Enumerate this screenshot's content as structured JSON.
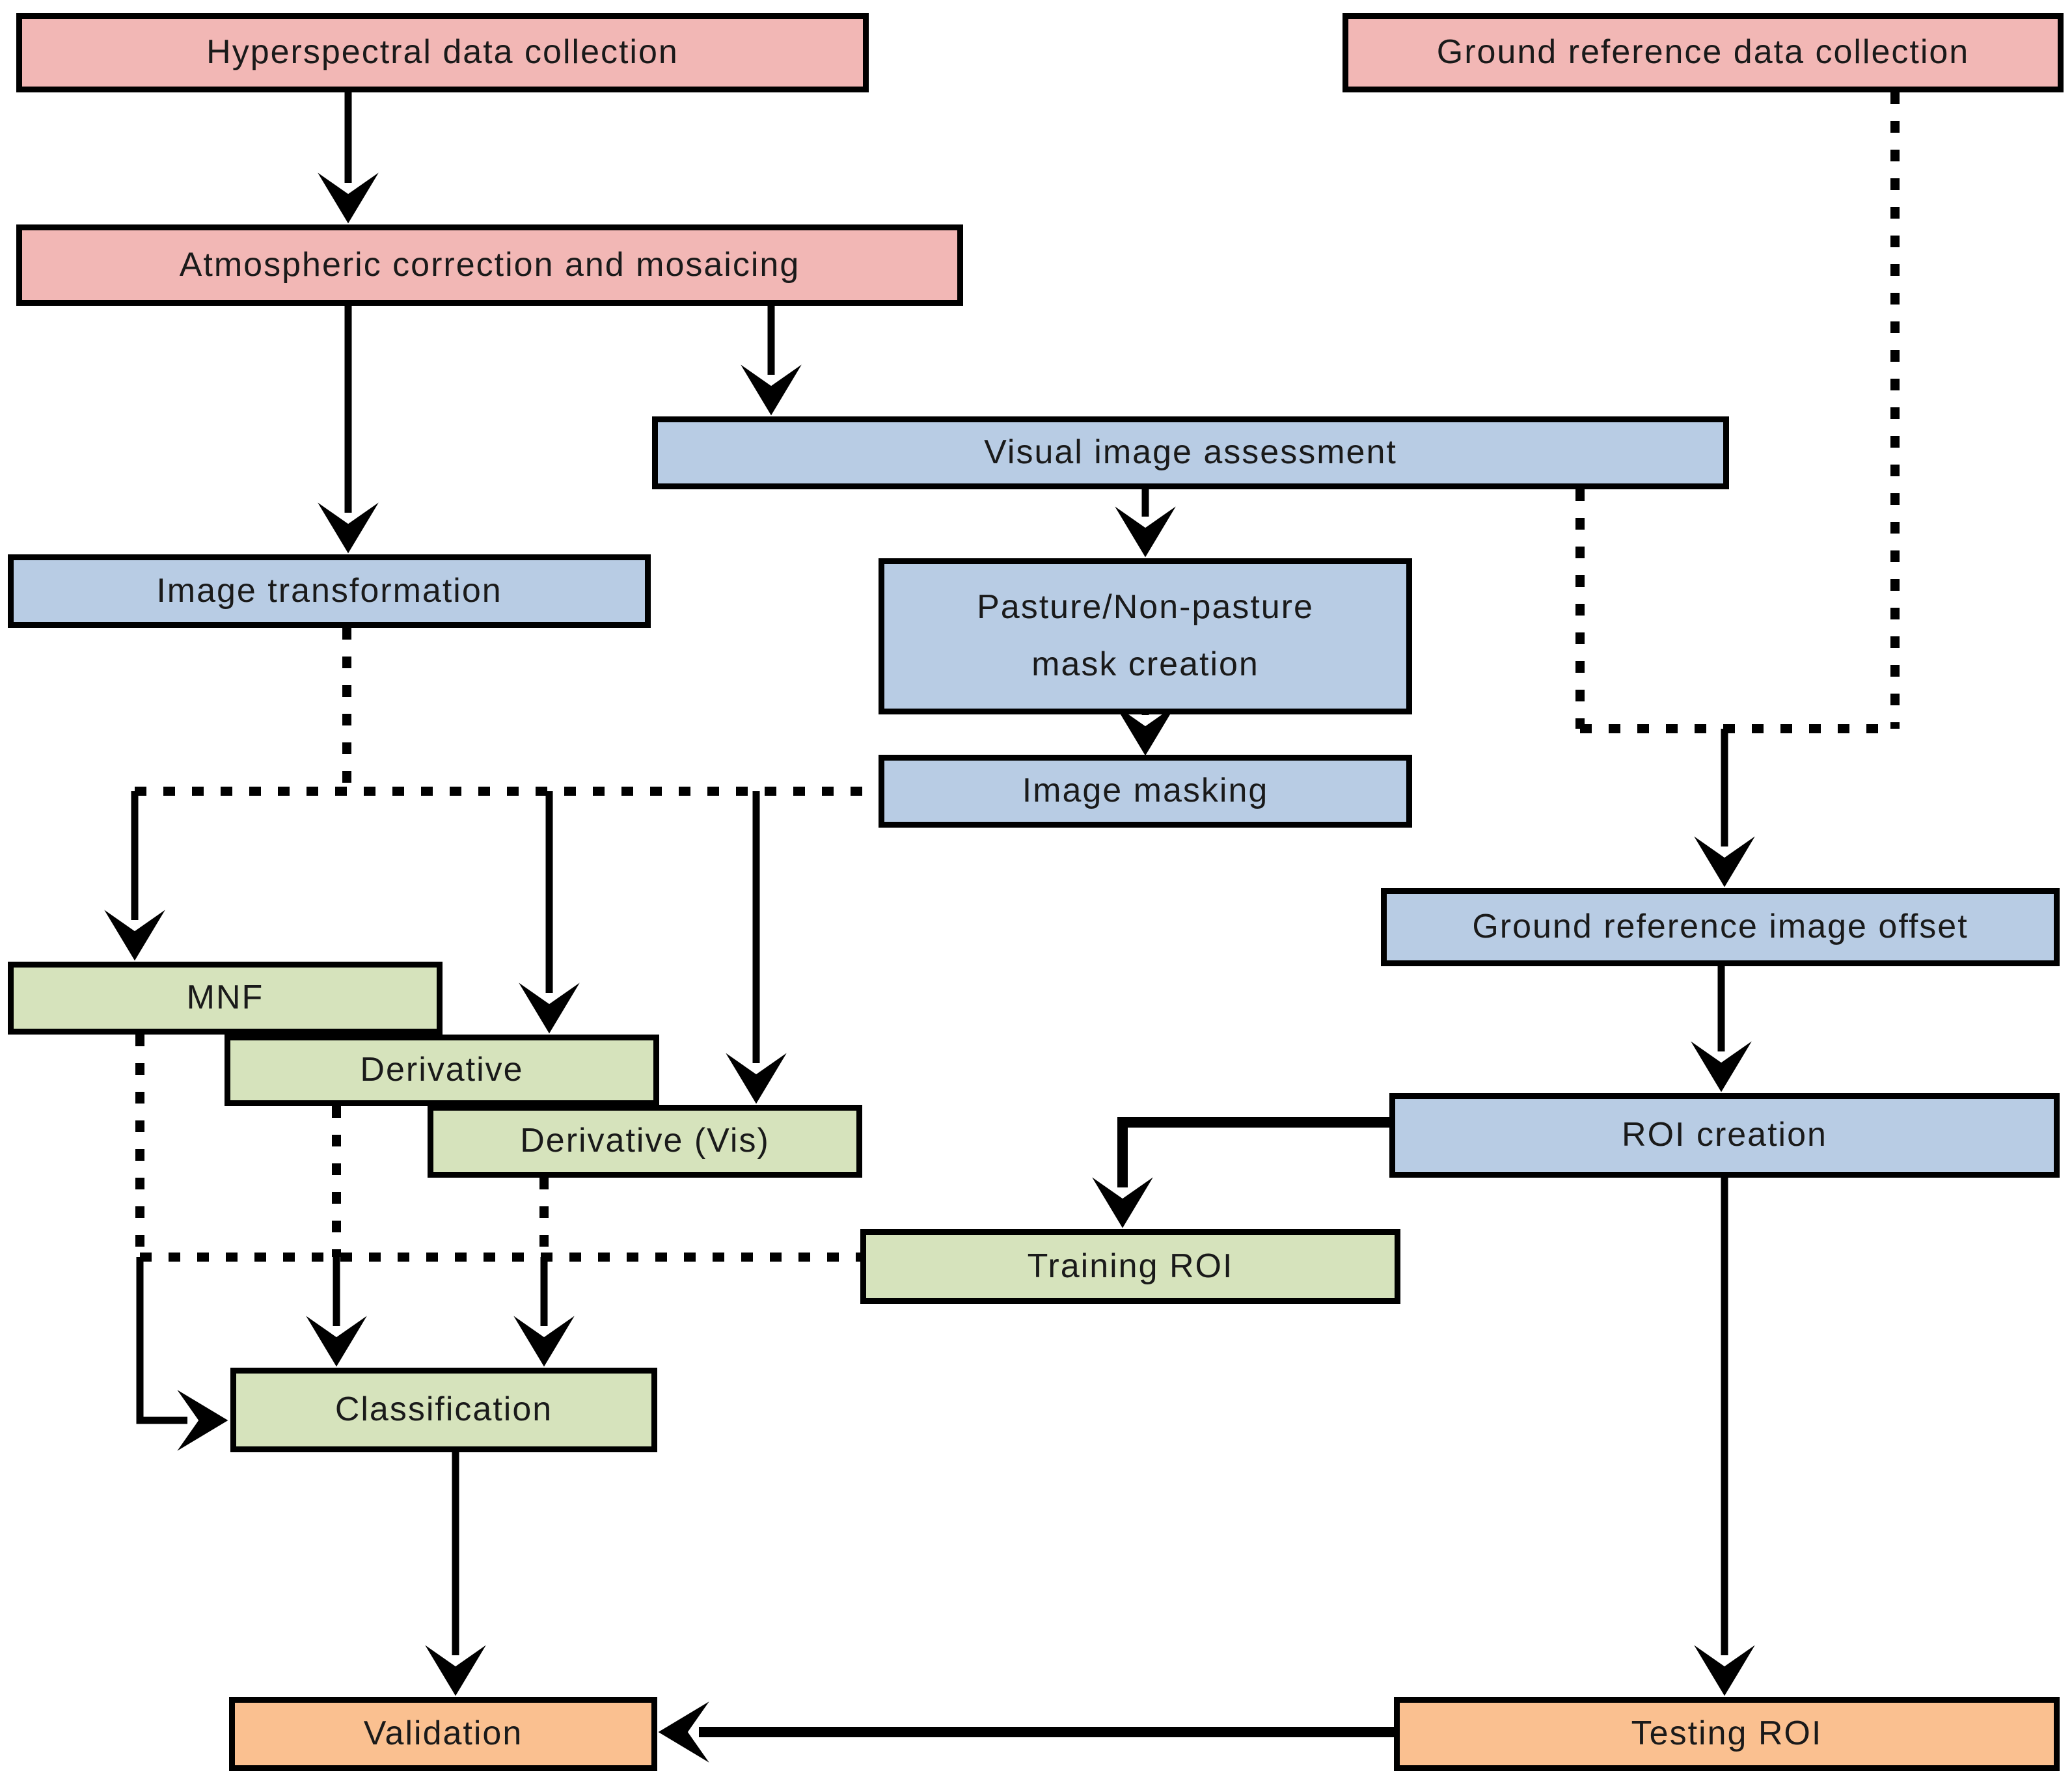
{
  "diagram": {
    "type": "flowchart",
    "background": "#ffffff",
    "colors": {
      "pink": "#f2b7b5",
      "blue": "#b8cce4",
      "green": "#d6e3bc",
      "orange": "#fac090",
      "line": "#000000",
      "text": "#1a1a1a"
    },
    "nodes": {
      "hyperspectral": {
        "label": "Hyperspectral data collection",
        "color": "pink"
      },
      "atmospheric": {
        "label": "Atmospheric correction and mosaicing",
        "color": "pink"
      },
      "ground_ref_collection": {
        "label": "Ground reference data collection",
        "color": "pink"
      },
      "visual_assessment": {
        "label": "Visual image assessment",
        "color": "blue"
      },
      "image_transformation": {
        "label": "Image transformation",
        "color": "blue"
      },
      "pasture_mask": {
        "label_line1": "Pasture/Non-pasture",
        "label_line2": "mask creation",
        "color": "blue"
      },
      "image_masking": {
        "label": "Image masking",
        "color": "blue"
      },
      "ground_ref_offset": {
        "label": "Ground reference image offset",
        "color": "blue"
      },
      "roi_creation": {
        "label": "ROI creation",
        "color": "blue"
      },
      "mnf": {
        "label": "MNF",
        "color": "green"
      },
      "derivative": {
        "label": "Derivative",
        "color": "green"
      },
      "derivative_vis": {
        "label": "Derivative (Vis)",
        "color": "green"
      },
      "training_roi": {
        "label": "Training ROI",
        "color": "green"
      },
      "classification": {
        "label": "Classification",
        "color": "green"
      },
      "validation": {
        "label": "Validation",
        "color": "orange"
      },
      "testing_roi": {
        "label": "Testing ROI",
        "color": "orange"
      }
    },
    "edges": [
      {
        "from": "hyperspectral",
        "to": "atmospheric",
        "style": "solid-arrow"
      },
      {
        "from": "atmospheric",
        "to": "image_transformation",
        "style": "solid-arrow"
      },
      {
        "from": "atmospheric",
        "to": "visual_assessment",
        "style": "solid-arrow"
      },
      {
        "from": "visual_assessment",
        "to": "pasture_mask",
        "style": "solid-arrow"
      },
      {
        "from": "pasture_mask",
        "to": "image_masking",
        "style": "solid-arrow"
      },
      {
        "from": "image_transformation",
        "to": "transforms_junction",
        "style": "dashed"
      },
      {
        "from": "image_masking",
        "to": "transforms_junction",
        "style": "dashed"
      },
      {
        "from": "transforms_junction",
        "to": "mnf",
        "style": "solid-arrow"
      },
      {
        "from": "transforms_junction",
        "to": "derivative",
        "style": "solid-arrow"
      },
      {
        "from": "transforms_junction",
        "to": "derivative_vis",
        "style": "solid-arrow"
      },
      {
        "from": "visual_assessment",
        "to": "ground_ref_junction",
        "style": "dashed"
      },
      {
        "from": "ground_ref_collection",
        "to": "ground_ref_junction",
        "style": "dashed"
      },
      {
        "from": "ground_ref_junction",
        "to": "ground_ref_offset",
        "style": "solid-arrow"
      },
      {
        "from": "ground_ref_offset",
        "to": "roi_creation",
        "style": "solid-arrow"
      },
      {
        "from": "roi_creation",
        "to": "training_roi",
        "style": "solid-arrow"
      },
      {
        "from": "roi_creation",
        "to": "testing_roi",
        "style": "solid-arrow"
      },
      {
        "from": "mnf",
        "to": "classification_junction",
        "style": "dashed"
      },
      {
        "from": "derivative",
        "to": "classification_junction",
        "style": "dashed"
      },
      {
        "from": "derivative_vis",
        "to": "classification_junction",
        "style": "dashed"
      },
      {
        "from": "training_roi",
        "to": "classification_junction",
        "style": "dashed"
      },
      {
        "from": "classification_junction",
        "to": "classification",
        "style": "solid-arrow"
      },
      {
        "from": "classification",
        "to": "validation",
        "style": "solid-arrow"
      },
      {
        "from": "testing_roi",
        "to": "validation",
        "style": "solid-arrow"
      }
    ]
  }
}
